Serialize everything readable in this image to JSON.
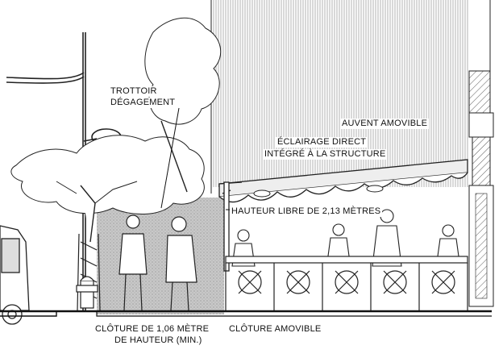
{
  "labels": {
    "trottoir": "TROTTOIR",
    "degagement": "DÉGAGEMENT",
    "auvent": "AUVENT AMOVIBLE",
    "eclairage_1": "ÉCLAIRAGE DIRECT",
    "eclairage_2": "INTÉGRÉ À LA STRUCTURE",
    "hauteur": "HAUTEUR LIBRE DE 2,13 MÈTRES",
    "cloture_1": "CLÔTURE DE 1,06 MÈTRE",
    "cloture_2": "DE HAUTEUR (MIN.)",
    "cloture_amovible": "CLÔTURE AMOVIBLE"
  },
  "colors": {
    "ink": "#1a1a1a",
    "shade": "#b4b4b4",
    "paper": "#ffffff"
  }
}
